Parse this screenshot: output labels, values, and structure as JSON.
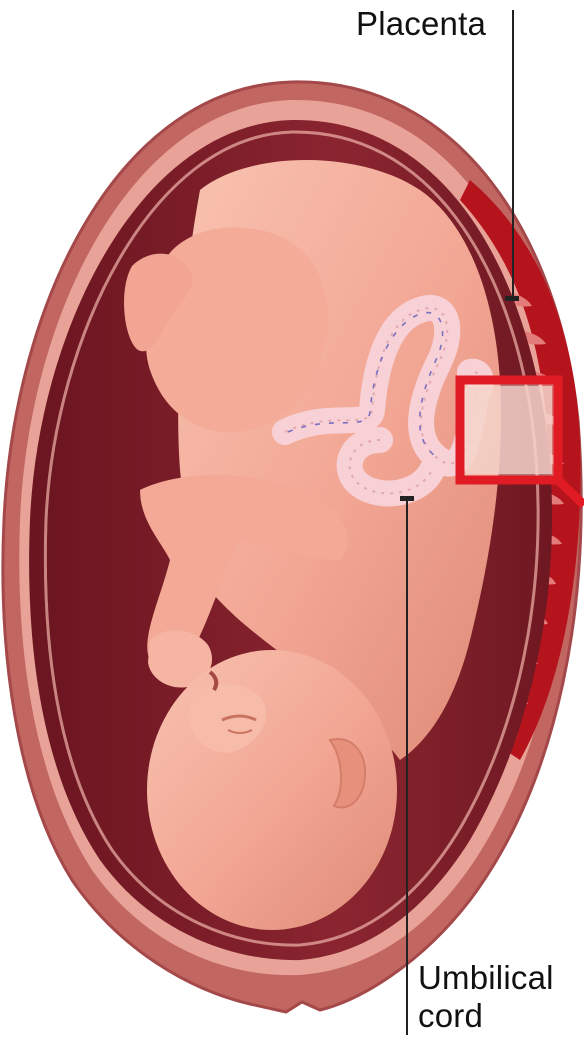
{
  "labels": {
    "placenta": "Placenta",
    "umbilical_cord_line1": "Umbilical",
    "umbilical_cord_line2": "cord"
  },
  "colors": {
    "uterus_outer": "#c0605a",
    "uterus_wall": "#e59a8f",
    "amniotic_cavity": "#7a1b22",
    "cavity_shadow": "#5e1219",
    "fetus_skin": "#f2a593",
    "fetus_highlight": "#f9c2b0",
    "fetus_shadow": "#d9826f",
    "placenta_red": "#b5141c",
    "cord_fill": "#f6cdd2",
    "cord_vein": "#7b6fbf",
    "highlight_box": "#e01b24",
    "leader_line": "#222222"
  },
  "icons": {
    "zoom_indicator": "magnifier-frame-icon"
  }
}
